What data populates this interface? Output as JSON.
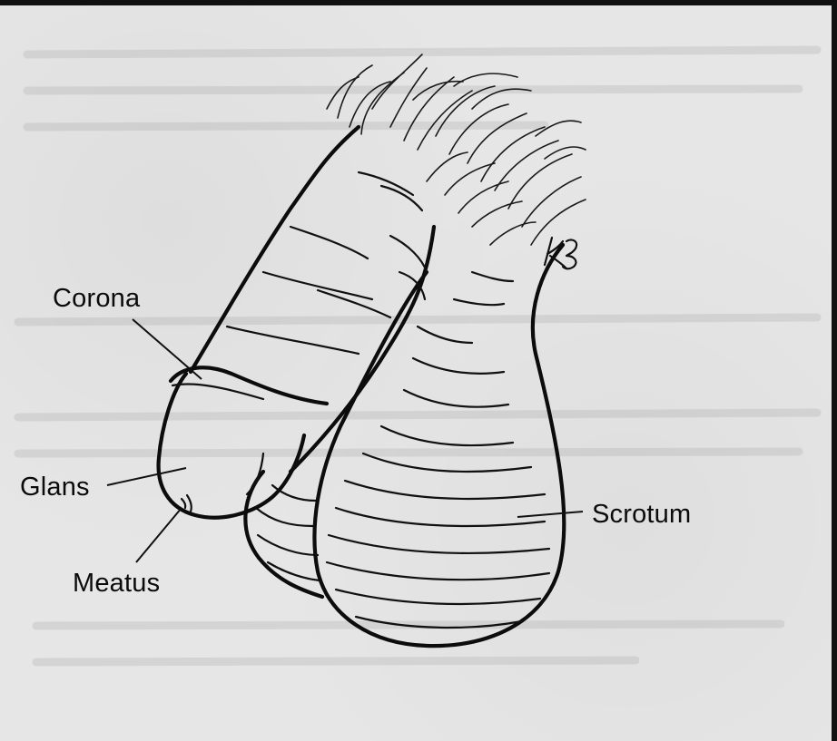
{
  "labels": {
    "corona": "Corona",
    "glans": "Glans",
    "meatus": "Meatus",
    "scrotum": "Scrotum"
  },
  "signature": "KB",
  "colors": {
    "background": "#e6e6e6",
    "ink": "#0c0c0c"
  }
}
